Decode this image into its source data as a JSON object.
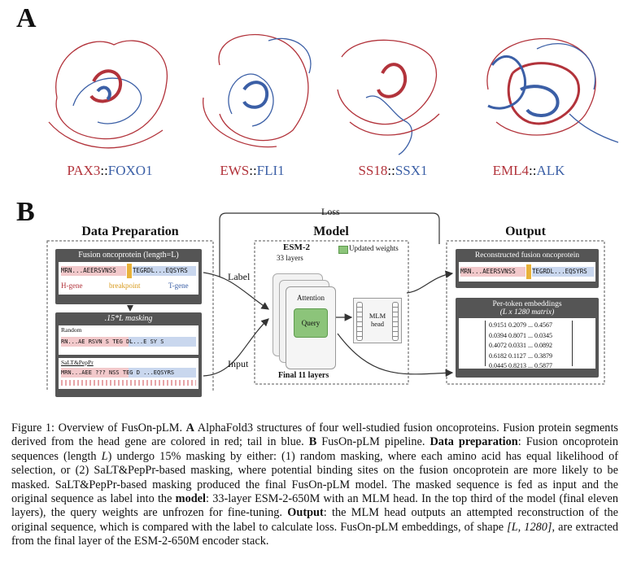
{
  "panel_a": {
    "letter": "A",
    "structures": [
      {
        "head": "PAX3",
        "sep": "::",
        "tail": "FOXO1"
      },
      {
        "head": "EWS",
        "sep": "::",
        "tail": "FLI1"
      },
      {
        "head": "SS18",
        "sep": "::",
        "tail": "SSX1"
      },
      {
        "head": "EML4",
        "sep": "::",
        "tail": "ALK"
      }
    ]
  },
  "panel_b": {
    "letter": "B",
    "loss_label": "Loss",
    "label_arrow": "Label",
    "input_arrow": "Input",
    "data_prep": {
      "title": "Data Preparation",
      "fusion_header": "Fusion oncoprotein (length=L)",
      "seq_head": "MRN...AEERSVNSS",
      "seq_tail": "TEGRDL...EQSYRS",
      "h_gene": "H-gene",
      "breakpoint": "breakpoint",
      "t_gene": "T-gene",
      "masking_header": ".15*L masking",
      "random_label": "Random",
      "random_seq": "RN...AE RSVN S TEG DL...E SY S",
      "salt_label": "SaLT&PepPr",
      "salt_seq": "MRN...AEE ??? NSS TEG D ...EQSYRS"
    },
    "model": {
      "title": "Model",
      "esm_label": "ESM-2",
      "layers_label": "33 layers",
      "updated_weights": "Updated weights",
      "attention": "Attention",
      "query": "Query",
      "mlm_head": "MLM head",
      "final_layers": "Final 11 layers"
    },
    "output": {
      "title": "Output",
      "recon_header": "Reconstructed fusion oncoprotein",
      "recon_head": "MRN...AEERSVNSS",
      "recon_tail": "TEGRDL...EQSYRS",
      "emb_header": "Per-token embeddings",
      "emb_sub": "(L x 1280 matrix)",
      "matrix": [
        [
          "0.9151",
          "0.2079",
          "...",
          "0.4567"
        ],
        [
          "0.0394",
          "0.8071",
          "...",
          "0.0345"
        ],
        [
          "0.4072",
          "0.0331",
          "...",
          "0.0892"
        ],
        [
          "0.6182",
          "0.1127",
          "...",
          "0.3879"
        ],
        [
          "0.0445",
          "0.8213",
          "...",
          "0.5877"
        ]
      ]
    }
  },
  "caption": {
    "fig": "Figure 1: Overview of FusOn-pLM.",
    "a": "A",
    "a_text": "AlphaFold3 structures of four well-studied fusion oncoproteins. Fusion protein segments derived from the head gene are colored in red; tail in blue.",
    "b": "B",
    "b_text": "FusOn-pLM pipeline.",
    "dp": "Data preparation",
    "dp_text_1": ": Fusion oncoprotein sequences (length",
    "dp_L": "L",
    "dp_text_2": ") undergo 15% masking by either: (1) random masking, where each amino acid has equal likelihood of selection, or (2) SaLT&PepPr-based masking, where potential binding sites on the fusion oncoprotein are more likely to be masked. SaLT&PepPr-based masking produced the final FusOn-pLM model. The masked sequence is fed as input and the original sequence as label into the",
    "model": "model",
    "model_text": ": 33-layer ESM-2-650M with an MLM head. In the top third of the model (final eleven layers), the query weights are unfrozen for fine-tuning.",
    "output": "Output",
    "output_text": ": the MLM head outputs an attempted reconstruction of the original sequence, which is compared with the label to calculate loss. FusOn-pLM embeddings, of shape",
    "shape": "[L, 1280]",
    "output_text_2": ", are extracted from the final layer of the ESM-2-650M encoder stack."
  }
}
